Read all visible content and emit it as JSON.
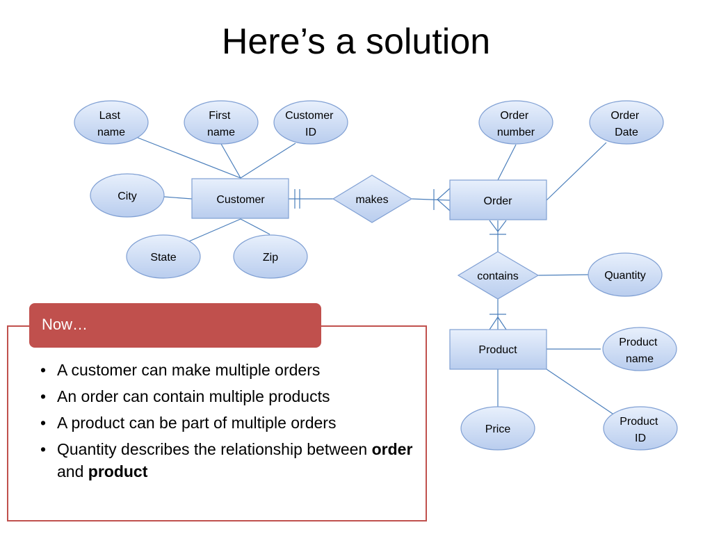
{
  "slide": {
    "title": "Here’s a solution"
  },
  "diagram": {
    "entities": {
      "customer": "Customer",
      "order": "Order",
      "product": "Product"
    },
    "relationships": {
      "makes": "makes",
      "contains": "contains"
    },
    "attributes": {
      "last_name": [
        "Last",
        "name"
      ],
      "first_name": [
        "First",
        "name"
      ],
      "customer_id": [
        "Customer",
        "ID"
      ],
      "city": [
        "City"
      ],
      "state": [
        "State"
      ],
      "zip": [
        "Zip"
      ],
      "order_number": [
        "Order",
        "number"
      ],
      "order_date": [
        "Order",
        "Date"
      ],
      "quantity": [
        "Quantity"
      ],
      "product_name": [
        "Product",
        "name"
      ],
      "price": [
        "Price"
      ],
      "product_id": [
        "Product",
        "ID"
      ]
    }
  },
  "callout": {
    "header": "Now…",
    "bullets": [
      "A customer can make multiple orders",
      "An order can contain multiple products",
      "A product can be part of multiple orders"
    ],
    "last_bullet": {
      "text1": "Quantity describes the relationship between ",
      "bold1": "order",
      "text2": " and ",
      "bold2": "product"
    }
  },
  "colors": {
    "shape_fill_top": "#e8f0fc",
    "shape_fill_bottom": "#b9cdee",
    "shape_stroke": "#7f9fd3",
    "connector": "#4a7ebb",
    "callout_accent": "#c0504d"
  }
}
